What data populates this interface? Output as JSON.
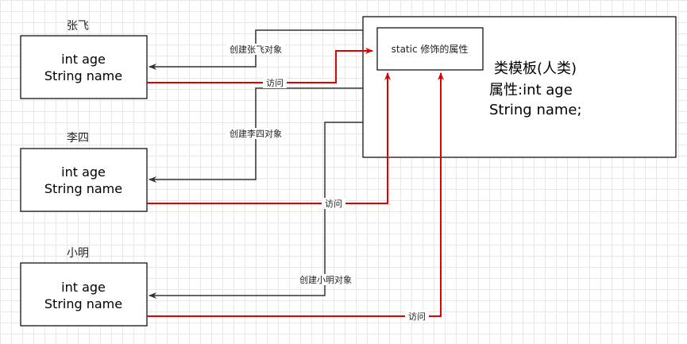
{
  "objects": [
    {
      "name": "张飞",
      "line1": "int age",
      "line2": "String name"
    },
    {
      "name": "李四",
      "line1": "int age",
      "line2": "String name"
    },
    {
      "name": "小明",
      "line1": "int age",
      "line2": "String name"
    }
  ],
  "class_box": {
    "static_label": "static 修饰的属性",
    "title": "类模板(人类)",
    "attr1": "属性:int age",
    "attr2": "String name;"
  },
  "edges": {
    "create_zhangfei": "创建张飞对象",
    "create_lisi": "创建李四对象",
    "create_xiaoming": "创建小明对象",
    "access1": "访问",
    "access2": "访问",
    "access3": "访问"
  },
  "colors": {
    "create": "#333333",
    "access": "#e00000"
  }
}
